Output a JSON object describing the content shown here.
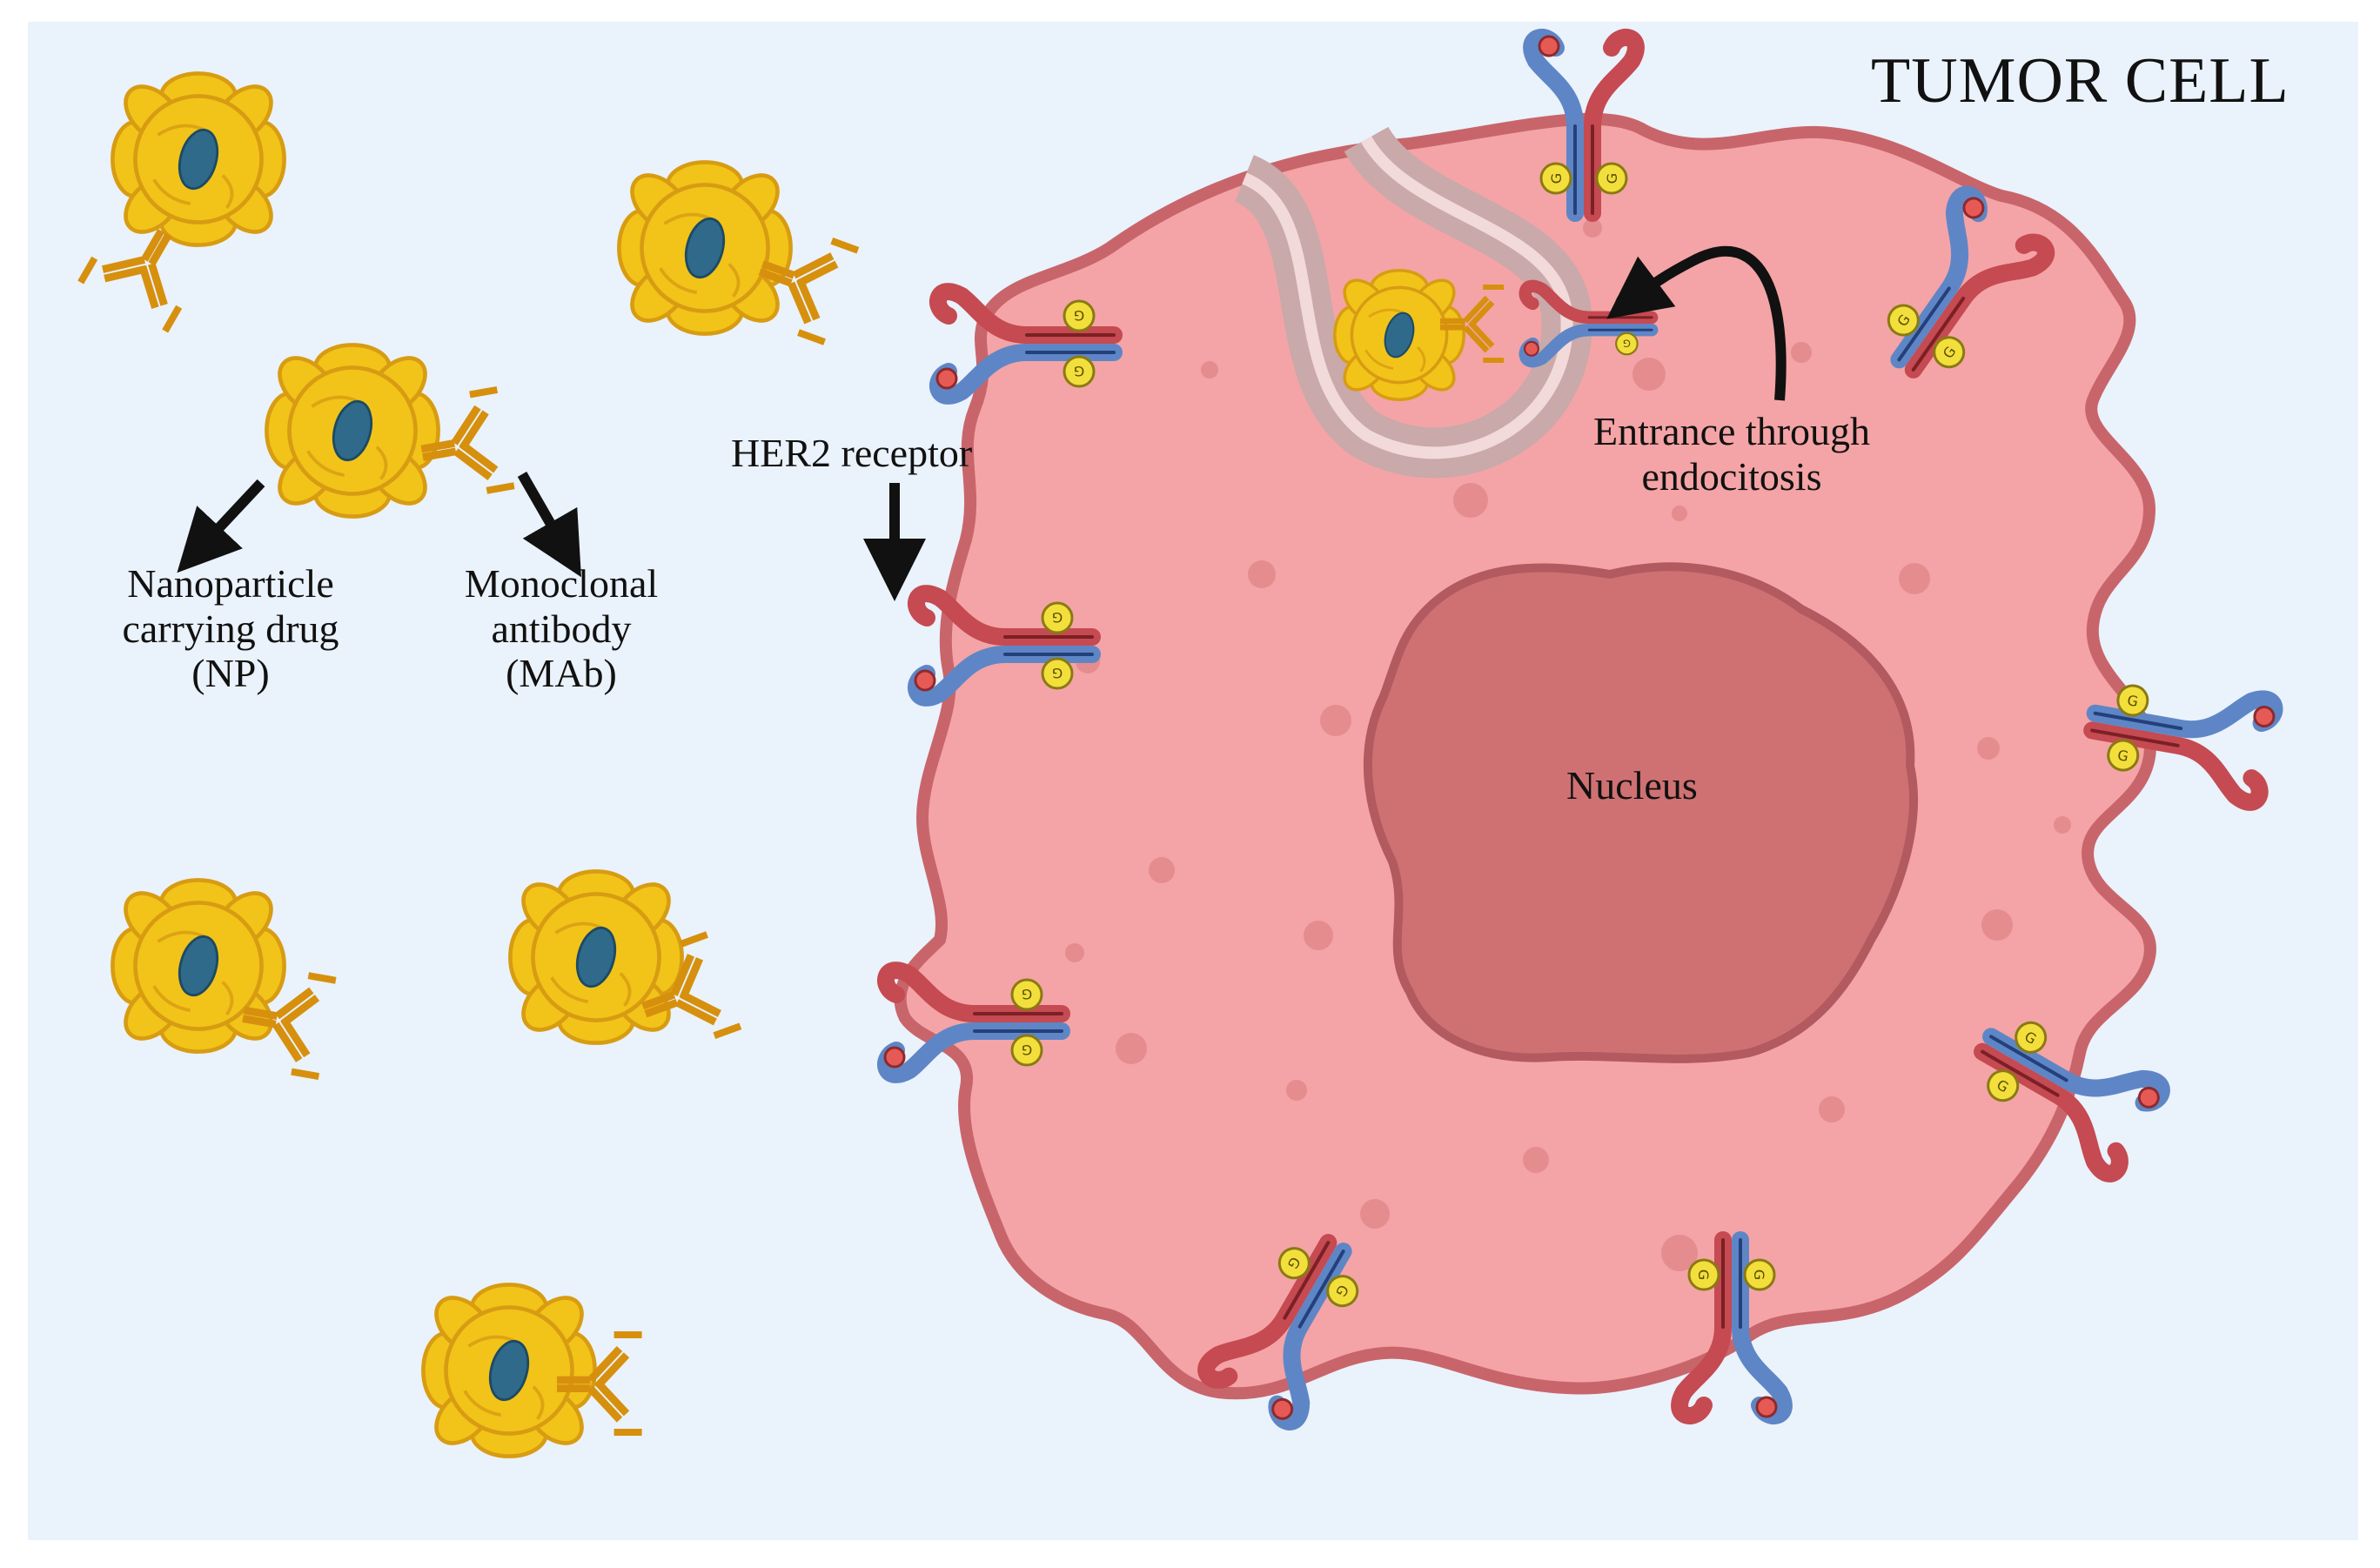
{
  "figure": {
    "title": "TUMOR CELL",
    "labels": {
      "nanoparticle": [
        "Nanoparticle",
        "carrying drug",
        "(NP)"
      ],
      "antibody": [
        "Monoclonal",
        "antibody",
        "(MAb)"
      ],
      "receptor": "HER2 receptor",
      "endocytosis": [
        "Entrance through",
        "endocitosis"
      ],
      "nucleus": "Nucleus"
    },
    "colors": {
      "background": "#eaf2fb",
      "cytoplasm": "#f4a4a6",
      "membrane": "#c8656b",
      "nucleus": "#cf7172",
      "nanoparticle": "#f2c319",
      "drug": "#2f6a8a",
      "antibody": "#d6900e",
      "receptor_blue": "#5e86c6",
      "receptor_red": "#c54a51",
      "ligand": "#f3df3c"
    },
    "icons": [
      "nanoparticle-icon",
      "antibody-icon",
      "her2-receptor-icon",
      "arrow-icon",
      "endocytic-vesicle-icon"
    ]
  }
}
